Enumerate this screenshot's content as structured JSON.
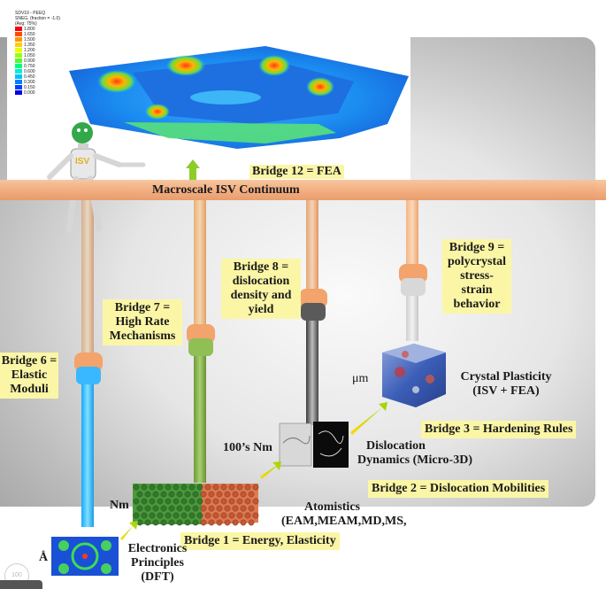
{
  "fea_legend": {
    "title_lines": [
      "SDV19 - PEEQ",
      "SNEG, (fraction = -1.0)",
      "(Avg: 75%)"
    ],
    "values": [
      "1.800",
      "1.650",
      "1.500",
      "1.350",
      "1.200",
      "1.050",
      "0.900",
      "0.750",
      "0.600",
      "0.450",
      "0.300",
      "0.150",
      "0.000"
    ]
  },
  "beam": {
    "label": "Macroscale ISV Continuum"
  },
  "robot": {
    "badge": "ISV"
  },
  "bridges": {
    "b12": "Bridge 12 = FEA",
    "b9": [
      "Bridge 9 =",
      "polycrystal",
      "stress-",
      "strain",
      "behavior"
    ],
    "b8": [
      "Bridge 8 =",
      "dislocation",
      "density and",
      "yield"
    ],
    "b7": [
      "Bridge 7 =",
      "High Rate",
      "Mechanisms"
    ],
    "b6": [
      "Bridge 6 =",
      "Elastic",
      "Moduli"
    ],
    "b3": "Bridge 3 = Hardening Rules",
    "b2": "Bridge 2 = Dislocation Mobilities",
    "b1": "Bridge 1 = Energy, Elasticity"
  },
  "scales": {
    "crystal": [
      "Crystal Plasticity",
      "(ISV + FEA)"
    ],
    "um": "μm",
    "dislocation": [
      "Dislocation",
      "Dynamics (Micro-3D)"
    ],
    "nm100": "100’s Nm",
    "atomistics": [
      "Atomistics",
      "(EAM,MEAM,MD,MS,"
    ],
    "nm": "Nm",
    "angstrom": "Å",
    "electronics": [
      "Electronics",
      "Principles",
      "(DFT)"
    ]
  },
  "zoom_label": "100"
}
